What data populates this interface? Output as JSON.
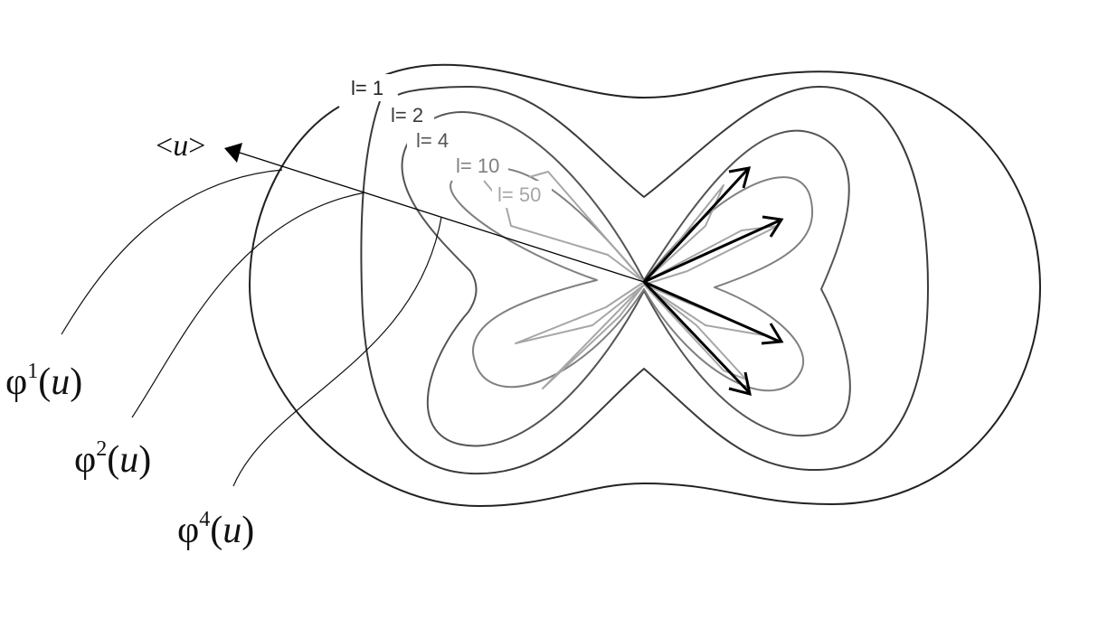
{
  "contours": [
    {
      "label": "l= 1",
      "color": "#222222"
    },
    {
      "label": "l= 2",
      "color": "#3a3a3a"
    },
    {
      "label": "l= 4",
      "color": "#555555"
    },
    {
      "label": "l= 10",
      "color": "#808080"
    },
    {
      "label": "l= 50",
      "color": "#a6a6a6"
    }
  ],
  "mean_vector": {
    "label_open": "<",
    "label_var": "u",
    "label_close": ">"
  },
  "phi_labels": [
    {
      "base": "φ",
      "sup": "1",
      "open": "(",
      "var": "u",
      "close": ")"
    },
    {
      "base": "φ",
      "sup": "2",
      "open": "(",
      "var": "u",
      "close": ")"
    },
    {
      "base": "φ",
      "sup": "4",
      "open": "(",
      "var": "u",
      "close": ")"
    }
  ],
  "sample_vectors_count_visible": "4",
  "colors": {
    "vectors": "#000000",
    "background": "#ffffff"
  }
}
